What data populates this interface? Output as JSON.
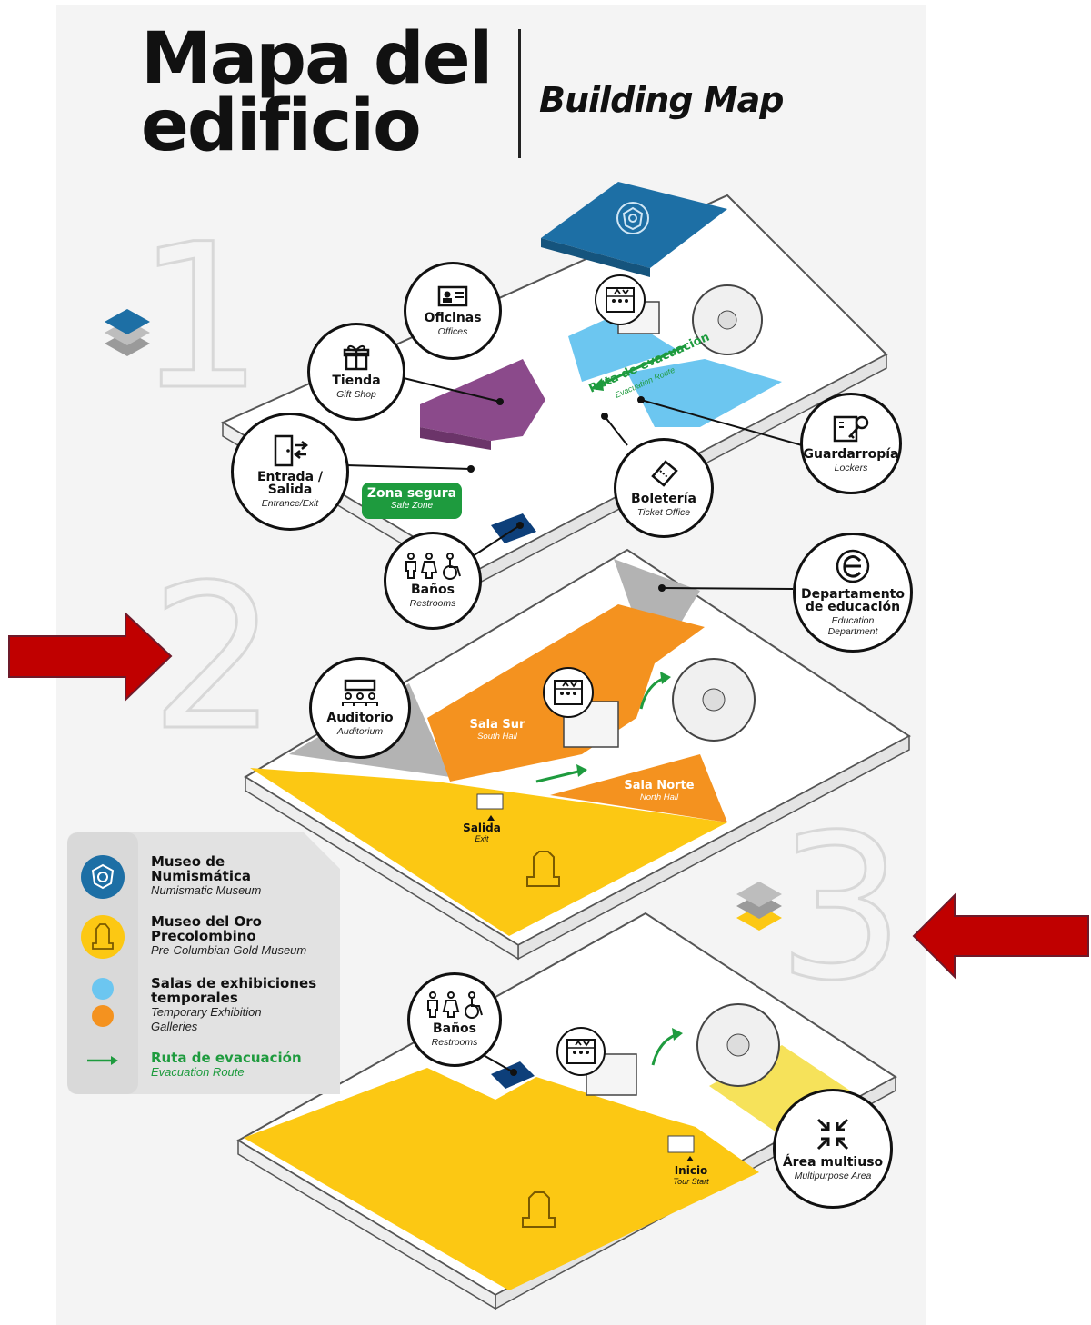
{
  "title": {
    "spanish": "Mapa del\nedificio",
    "english": "Building Map"
  },
  "floor_numbers": [
    "1",
    "2",
    "3"
  ],
  "colors": {
    "numismatic": "#1d6fa5",
    "gold": "#fcc813",
    "temp_blue": "#6cc6f0",
    "temp_orange": "#f4921f",
    "gift_shop": "#8b4a8b",
    "evacuation": "#1e9b3e",
    "red_arrow": "#c00000",
    "safe_zone": "#1e9b3e"
  },
  "callouts": {
    "oficinas": {
      "label": "Oficinas",
      "sub": "Offices",
      "icon": "id-card-icon"
    },
    "tienda": {
      "label": "Tienda",
      "sub": "Gift Shop",
      "icon": "gift-icon"
    },
    "entrada": {
      "label": "Entrada /\nSalida",
      "sub": "Entrance/Exit",
      "icon": "door-exit-icon"
    },
    "boleteria": {
      "label": "Boletería",
      "sub": "Ticket Office",
      "icon": "ticket-icon"
    },
    "guardarropia": {
      "label": "Guardarropía",
      "sub": "Lockers",
      "icon": "locker-key-icon"
    },
    "banos1": {
      "label": "Baños",
      "sub": "Restrooms",
      "icon": "restroom-icon"
    },
    "educacion": {
      "label": "Departamento\nde educación",
      "sub": "Education\nDepartment",
      "icon": "education-e-icon"
    },
    "auditorio": {
      "label": "Auditorio",
      "sub": "Auditorium",
      "icon": "auditorium-icon"
    },
    "banos3": {
      "label": "Baños",
      "sub": "Restrooms",
      "icon": "restroom-icon"
    },
    "multiuso": {
      "label": "Área multiuso",
      "sub": "Multipurpose Area",
      "icon": "multipurpose-icon"
    }
  },
  "map_labels": {
    "ruta": {
      "label": "Ruta de evacuación",
      "sub": "Evacuation Route"
    },
    "zona_segura": {
      "label": "Zona segura",
      "sub": "Safe Zone"
    },
    "sala_sur": {
      "label": "Sala Sur",
      "sub": "South Hall"
    },
    "sala_norte": {
      "label": "Sala Norte",
      "sub": "North Hall"
    },
    "salida": {
      "label": "Salida",
      "sub": "Exit"
    },
    "inicio": {
      "label": "Inicio",
      "sub": "Tour Start"
    }
  },
  "legend": [
    {
      "title": "Museo de\nNumismática",
      "sub": "Numismatic Museum",
      "icon": "numismatic-icon"
    },
    {
      "title": "Museo del Oro\nPrecolombino",
      "sub": "Pre-Columbian Gold Museum",
      "icon": "gold-figure-icon"
    },
    {
      "title": "Salas de exhibiciones\ntemporales",
      "sub": "Temporary Exhibition\nGalleries",
      "icon": "temp-gallery-dots-icon"
    },
    {
      "title": "Ruta de evacuación",
      "sub": "Evacuation Route",
      "icon": "evacuation-arrow-icon"
    }
  ]
}
